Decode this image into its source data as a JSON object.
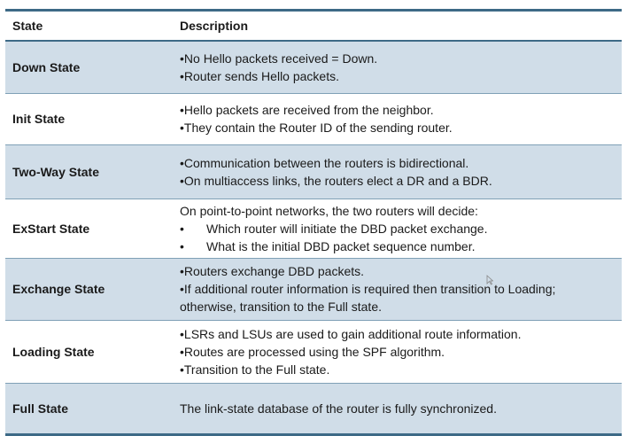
{
  "table": {
    "headers": {
      "state": "State",
      "description": "Description"
    },
    "rows": [
      {
        "state": "Down State",
        "shaded": true,
        "lines": [
          "•No Hello packets received = Down.",
          "•Router sends Hello packets."
        ]
      },
      {
        "state": "Init State",
        "shaded": false,
        "lines": [
          "•Hello packets are received from the neighbor.",
          "•They contain the Router ID of the sending router."
        ]
      },
      {
        "state": "Two-Way State",
        "shaded": true,
        "lines": [
          "•Communication between the routers is bidirectional.",
          "•On multiaccess links, the routers elect a DR and a BDR."
        ]
      },
      {
        "state": "ExStart State",
        "shaded": false,
        "intro": "On point-to-point networks, the two routers will decide:",
        "sub": [
          "Which router will initiate the DBD packet exchange.",
          "What is the initial DBD packet sequence number."
        ]
      },
      {
        "state": "Exchange State",
        "shaded": true,
        "lines": [
          "•Routers exchange DBD packets.",
          "•If additional router information is required then transition to Loading;",
          "otherwise, transition to the Full state."
        ]
      },
      {
        "state": "Loading State",
        "shaded": false,
        "lines": [
          "•LSRs and LSUs are used to gain additional route information.",
          "•Routes are processed using the SPF algorithm.",
          "•Transition to the Full state."
        ]
      },
      {
        "state": "Full State",
        "shaded": true,
        "lines": [
          "The link-state database of the router is fully synchronized."
        ]
      }
    ],
    "bullet": "•"
  },
  "colors": {
    "header_rule": "#3d6a86",
    "shaded_row": "#d0dde8",
    "row_rule": "#7fa0b6"
  }
}
